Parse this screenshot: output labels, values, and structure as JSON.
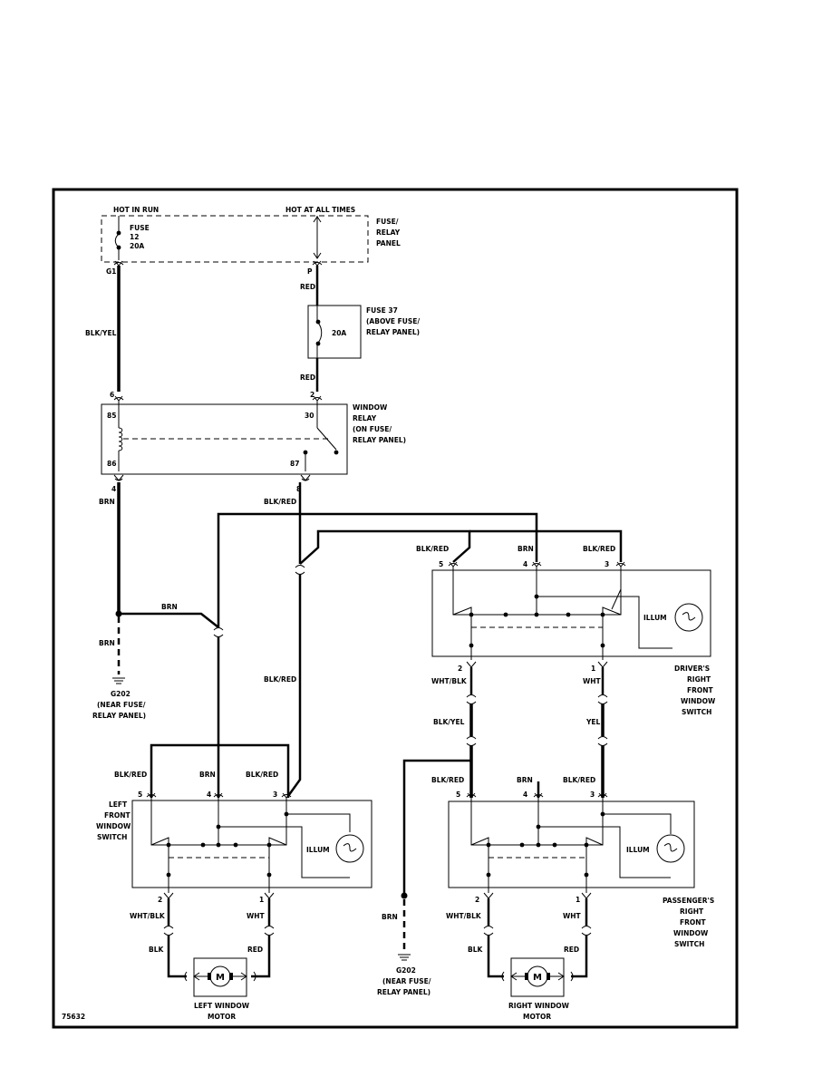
{
  "labels": {
    "hot_in_run": "HOT IN RUN",
    "hot_at_all_times": "HOT AT ALL TIMES",
    "fuse_relay_panel": [
      "FUSE/",
      "RELAY",
      "PANEL"
    ],
    "fuse12": [
      "FUSE",
      "12",
      "20A"
    ],
    "pin_g1": "G1",
    "pin_p": "P",
    "blk_yel": "BLK/YEL",
    "red": "RED",
    "fuse37": [
      "FUSE 37",
      "(ABOVE FUSE/",
      "RELAY PANEL)"
    ],
    "fuse37_amp": "20A",
    "window_relay": [
      "WINDOW",
      "RELAY",
      "(ON FUSE/",
      "RELAY PANEL)"
    ],
    "relay_85": "85",
    "relay_86": "86",
    "relay_30": "30",
    "relay_87": "87",
    "pin_6": "6",
    "pin_2": "2",
    "pin_4": "4",
    "pin_8": "8",
    "brn": "BRN",
    "blk_red": "BLK/RED",
    "g202": [
      "G202",
      "(NEAR FUSE/",
      "RELAY PANEL)"
    ],
    "pin_5": "5",
    "pin_3": "3",
    "pin_1": "1",
    "illum": "ILLUM",
    "wht_blk": "WHT/BLK",
    "wht": "WHT",
    "yel": "YEL",
    "blk": "BLK",
    "drivers_switch": [
      "DRIVER'S",
      "RIGHT",
      "FRONT",
      "WINDOW",
      "SWITCH"
    ],
    "left_switch": [
      "LEFT",
      "FRONT",
      "WINDOW",
      "SWITCH"
    ],
    "passenger_switch": [
      "PASSENGER'S",
      "RIGHT",
      "FRONT",
      "WINDOW",
      "SWITCH"
    ],
    "motor_m": "M",
    "left_motor": [
      "LEFT WINDOW",
      "MOTOR"
    ],
    "right_motor": [
      "RIGHT WINDOW",
      "MOTOR"
    ],
    "fig_id": "75632"
  }
}
